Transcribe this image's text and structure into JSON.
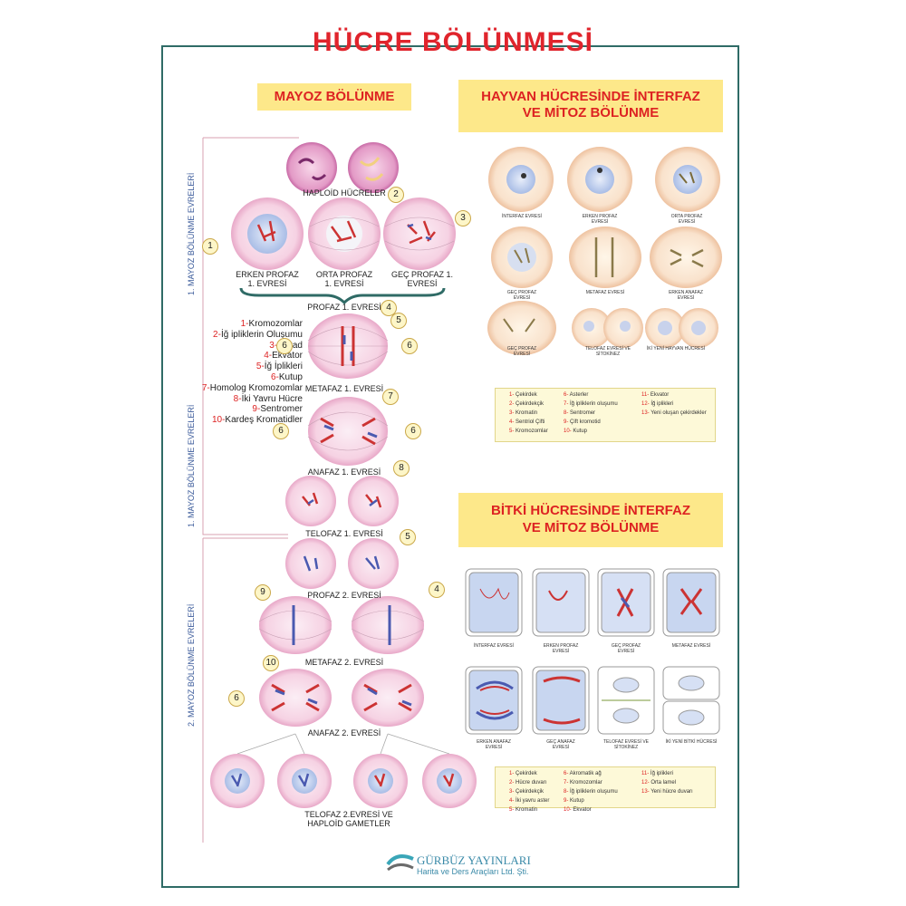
{
  "title": "HÜCRE BÖLÜNMESİ",
  "mayoz": {
    "banner": "MAYOZ BÖLÜNME",
    "side_label_1": "1. MAYOZ BÖLÜNME EVRELERİ",
    "side_label_1b": "1. MAYOZ BÖLÜNME EVRELERİ",
    "side_label_2": "2. MAYOZ BÖLÜNME EVRELERİ",
    "stages": {
      "haploid": "HAPLOİD HÜCRELER",
      "erken_profaz": "ERKEN PROFAZ 1. EVRESİ",
      "orta_profaz": "ORTA PROFAZ 1. EVRESİ",
      "gec_profaz": "GEÇ PROFAZ 1. EVRESİ",
      "profaz1": "PROFAZ 1. EVRESİ",
      "metafaz1": "METAFAZ 1. EVRESİ",
      "anafaz1": "ANAFAZ 1. EVRESİ",
      "telofaz1": "TELOFAZ 1. EVRESİ",
      "profaz2": "PROFAZ 2. EVRESİ",
      "metafaz2": "METAFAZ 2. EVRESİ",
      "anafaz2": "ANAFAZ 2. EVRESİ",
      "telofaz2": "TELOFAZ 2.EVRESİ VE HAPLOİD GAMETLER"
    },
    "key": [
      {
        "n": "1-",
        "t": "Kromozomlar"
      },
      {
        "n": "2-",
        "t": "İğ ipliklerin Oluşumu"
      },
      {
        "n": "3-",
        "t": "Tetrad"
      },
      {
        "n": "4-",
        "t": "Ekvator"
      },
      {
        "n": "5-",
        "t": "İğ İplikleri"
      },
      {
        "n": "6-",
        "t": "Kutup"
      },
      {
        "n": "7-",
        "t": "Homolog Kromozomlar"
      },
      {
        "n": "8-",
        "t": "İki Yavru Hücre"
      },
      {
        "n": "9-",
        "t": "Sentromer"
      },
      {
        "n": "10-",
        "t": "Kardeş Kromatidler"
      }
    ],
    "numbers": {
      "n1": "1",
      "n2": "2",
      "n3": "3",
      "n4": "4",
      "n5": "5",
      "n6": "6",
      "n7": "7",
      "n8": "8",
      "n9": "9",
      "n10": "10"
    }
  },
  "hayvan": {
    "banner_1": "HAYVAN HÜCRESİNDE İNTERFAZ",
    "banner_2": "VE MİTOZ BÖLÜNME",
    "stages": {
      "interfaz": "İNTERFAZ EVRESİ",
      "erken_profaz": "ERKEN PROFAZ EVRESİ",
      "orta_profaz": "ORTA PROFAZ EVRESİ",
      "gec_profaz": "GEÇ PROFAZ EVRESİ",
      "metafaz": "METAFAZ EVRESİ",
      "erken_anafaz": "ERKEN ANAFAZ EVRESİ",
      "gec_profaz2": "GEÇ PROFAZ EVRESİ",
      "telofaz": "TELOFAZ EVRESİ VE SİTOKİNEZ",
      "iki_yeni": "İKİ YENİ HAYVAN HÜCRESİ"
    },
    "legend": [
      {
        "n": "1-",
        "t": "Çekirdek"
      },
      {
        "n": "2-",
        "t": "Çekirdekçik"
      },
      {
        "n": "3-",
        "t": "Kromatin"
      },
      {
        "n": "4-",
        "t": "Sentriol Çifti"
      },
      {
        "n": "5-",
        "t": "Kromozomlar"
      },
      {
        "n": "6-",
        "t": "Asterler"
      },
      {
        "n": "7-",
        "t": "İğ ipliklerin oluşumu"
      },
      {
        "n": "8-",
        "t": "Sentromer"
      },
      {
        "n": "9-",
        "t": "Çift kromotid"
      },
      {
        "n": "10-",
        "t": "Kutup"
      },
      {
        "n": "11-",
        "t": "Ekvator"
      },
      {
        "n": "12-",
        "t": "İğ iplikleri"
      },
      {
        "n": "13-",
        "t": "Yeni oluşan çekirdekler"
      }
    ]
  },
  "bitki": {
    "banner_1": "BİTKİ HÜCRESİNDE İNTERFAZ",
    "banner_2": "VE MİTOZ BÖLÜNME",
    "stages": {
      "interfaz": "İNTERFAZ EVRESİ",
      "erken_profaz": "ERKEN PROFAZ EVRESİ",
      "gec_profaz": "GEÇ PROFAZ EVRESİ",
      "metafaz": "METAFAZ EVRESİ",
      "erken_anafaz": "ERKEN ANAFAZ EVRESİ",
      "gec_anafaz": "GEÇ ANAFAZ EVRESİ",
      "telofaz": "TELOFAZ EVRESİ VE SİTOKİNEZ",
      "iki_yeni": "İKİ YENİ BİTKİ HÜCRESİ"
    },
    "legend": [
      {
        "n": "1-",
        "t": "Çekirdek"
      },
      {
        "n": "2-",
        "t": "Hücre duvarı"
      },
      {
        "n": "3-",
        "t": "Çekirdekçik"
      },
      {
        "n": "4-",
        "t": "İki yavru aster"
      },
      {
        "n": "5-",
        "t": "Kromatin"
      },
      {
        "n": "6-",
        "t": "Akromatik ağ"
      },
      {
        "n": "7-",
        "t": "Kromozomlar"
      },
      {
        "n": "8-",
        "t": "İğ ipliklerin oluşumu"
      },
      {
        "n": "9-",
        "t": "Kutup"
      },
      {
        "n": "10-",
        "t": "Ekvator"
      },
      {
        "n": "11-",
        "t": "İğ iplikleri"
      },
      {
        "n": "12-",
        "t": "Orta lamel"
      },
      {
        "n": "13-",
        "t": "Yeni hücre duvarı"
      }
    ]
  },
  "footer": {
    "brand": "GÜRBÜZ YAYINLARI",
    "sub": "Harita ve Ders Araçları Ltd. Şti."
  },
  "colors": {
    "title": "#e0242c",
    "banner_bg": "#fde88a",
    "border": "#2f6b66",
    "cell_pink": "#f7d6e6"
  }
}
